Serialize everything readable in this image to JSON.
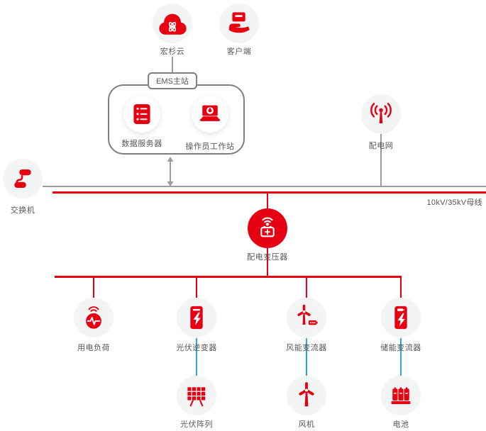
{
  "colors": {
    "accent_red": "#e60012",
    "line_gray": "#9b9b9b",
    "link_blue": "#29abe2",
    "label_text": "#595757",
    "node_bg": "#f3f4f4"
  },
  "ems_box": {
    "tag": "EMS主站"
  },
  "bus": {
    "label": "10kV/35kV母线"
  },
  "nodes": {
    "cloud": "宏杉云",
    "client": "客户端",
    "data_server": "数据服务器",
    "operator_workstation": "操作员工作站",
    "power_grid": "配电网",
    "switch": "交换机",
    "transformer": "配电变压器",
    "load": "用电负荷",
    "pv_inverter": "光伏逆变器",
    "wind_converter": "风能变流器",
    "storage_converter": "储能变流器",
    "pv_array": "光伏阵列",
    "wind_turbine": "风机",
    "battery": "电池"
  },
  "icons": {
    "cloud": "cloud-atom-icon",
    "client": "hand-terminal-icon",
    "data_server": "server-icon",
    "operator_workstation": "laptop-icon",
    "power_grid": "antenna-icon",
    "switch": "network-switch-icon",
    "transformer": "signal-battery-icon",
    "load": "heartbeat-monitor-icon",
    "pv_inverter": "inverter-lightning-icon",
    "wind_converter": "wind-turbine-battery-icon",
    "storage_converter": "converter-lightning-icon",
    "pv_array": "solar-panel-icon",
    "wind_turbine": "wind-turbine-icon",
    "battery": "battery-cells-icon"
  }
}
